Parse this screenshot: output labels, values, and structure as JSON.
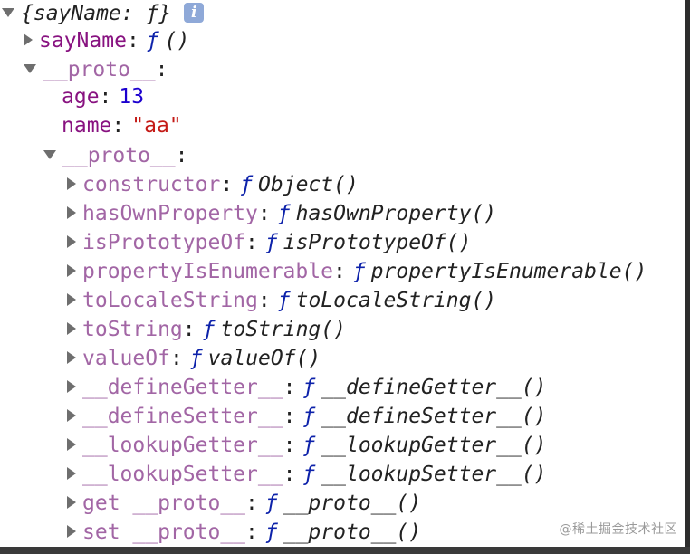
{
  "console": {
    "header_text": "{sayName: ƒ}",
    "info_icon_text": "i",
    "rows": [
      {
        "key": "sayName",
        "kind": "func",
        "fname": "()",
        "arrow": "closed"
      },
      {
        "key": "__proto__",
        "kind": "proto-open"
      },
      {
        "key": "age",
        "kind": "num",
        "value": "13"
      },
      {
        "key": "name",
        "kind": "str",
        "value": "\"aa\""
      },
      {
        "key": "__proto__",
        "kind": "proto-open"
      },
      {
        "key": "constructor",
        "fname": "Object()"
      },
      {
        "key": "hasOwnProperty",
        "fname": "hasOwnProperty()"
      },
      {
        "key": "isPrototypeOf",
        "fname": "isPrototypeOf()"
      },
      {
        "key": "propertyIsEnumerable",
        "fname": "propertyIsEnumerable()"
      },
      {
        "key": "toLocaleString",
        "fname": "toLocaleString()"
      },
      {
        "key": "toString",
        "fname": "toString()"
      },
      {
        "key": "valueOf",
        "fname": "valueOf()"
      },
      {
        "key": "__defineGetter__",
        "fname": "__defineGetter__()"
      },
      {
        "key": "__defineSetter__",
        "fname": "__defineSetter__()"
      },
      {
        "key": "__lookupGetter__",
        "fname": "__lookupGetter__()"
      },
      {
        "key": "__lookupSetter__",
        "fname": "__lookupSetter__()"
      },
      {
        "key": "get __proto__",
        "fname": "__proto__()"
      },
      {
        "key": "set __proto__",
        "fname": "__proto__()"
      }
    ],
    "func_keyword": "ƒ",
    "colon": ":"
  },
  "watermark": "@稀土掘金技术社区",
  "colors": {
    "key_own": "#881280",
    "key_proto": "#a266a5",
    "func_keyword": "#0d22aa",
    "number": "#1c00cf",
    "string": "#c41a16"
  }
}
